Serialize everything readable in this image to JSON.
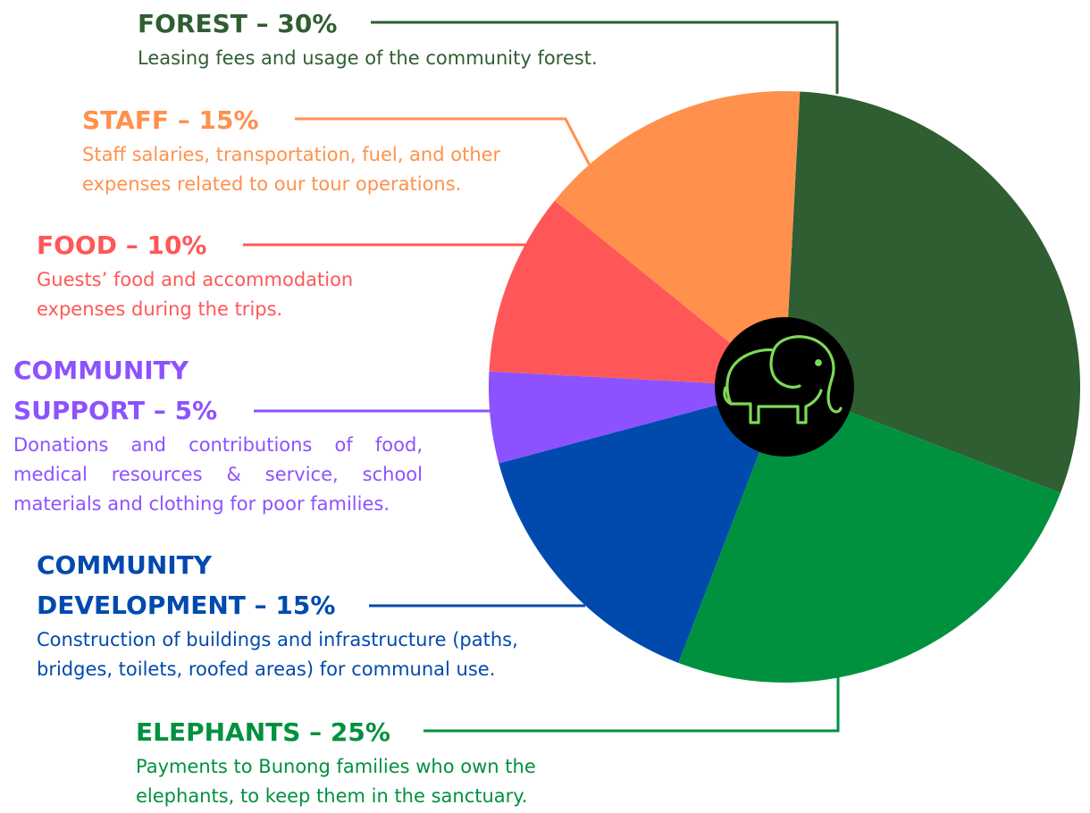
{
  "chart_data": {
    "type": "pie",
    "start_angle_deg": 87,
    "direction": "clockwise",
    "slices": [
      {
        "key": "forest",
        "title": "FOREST – 30%",
        "value": 30,
        "description": "Leasing fees and usage of the community forest.",
        "color": "#2f5e32"
      },
      {
        "key": "elephants",
        "title": "ELEPHANTS – 25%",
        "value": 25,
        "description": "Payments to Bunong families who own the elephants, to keep them in the sanctuary.",
        "color": "#00913f"
      },
      {
        "key": "development",
        "title_lines": [
          "COMMUNITY",
          "DEVELOPMENT – 15%"
        ],
        "value": 15,
        "description": "Construction of buildings and infrastructure (paths, bridges, toilets, roofed areas) for communal use.",
        "color": "#004aad"
      },
      {
        "key": "support",
        "title_lines": [
          "COMMUNITY",
          "SUPPORT – 5%"
        ],
        "value": 5,
        "description": "Donations and contributions of food, medical resources & service, school materials and clothing for poor families.",
        "color": "#8c52ff"
      },
      {
        "key": "food",
        "title": "FOOD – 10%",
        "value": 10,
        "description": "Guests’ food and accommodation expenses during the trips.",
        "color": "#ff5757"
      },
      {
        "key": "staff",
        "title": "STAFF – 15%",
        "value": 15,
        "description": "Staff salaries, transportation, fuel, and other expenses related to our tour operations.",
        "color": "#ff914d"
      }
    ],
    "center_icon": "elephant-icon",
    "center_icon_color": "#7ed957",
    "center_color": "#000000"
  }
}
